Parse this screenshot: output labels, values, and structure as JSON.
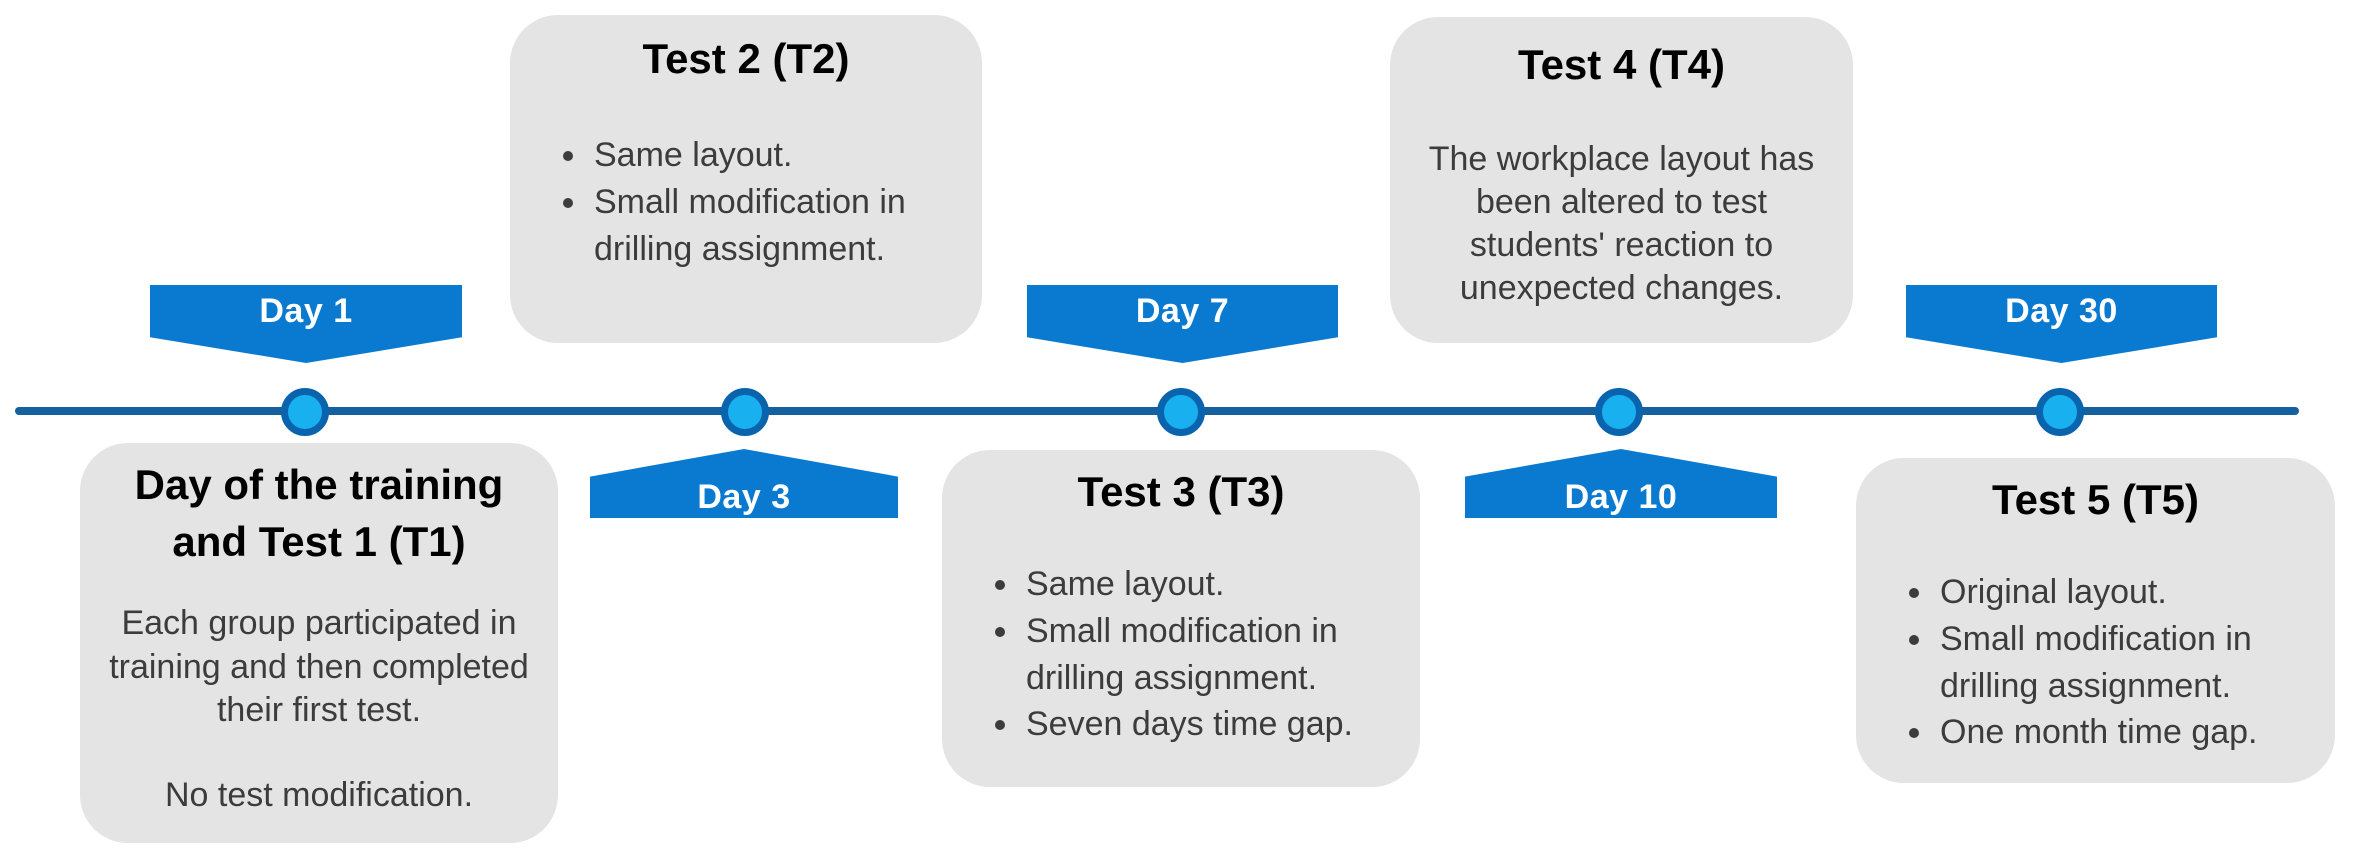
{
  "page": {
    "background": "#ffffff"
  },
  "colors": {
    "marker_blue": "#0a7ad1",
    "line_blue": "#15609f",
    "dot_fill": "#19b0f0",
    "dot_ring": "#0a64ad",
    "card_bg": "#e4e4e4",
    "title_text": "#000000",
    "body_text": "#3c3c3c",
    "marker_label_text": "#ffffff"
  },
  "timeline": {
    "markers": [
      {
        "label": "Day 1",
        "direction": "down"
      },
      {
        "label": "Day 3",
        "direction": "up"
      },
      {
        "label": "Day 7",
        "direction": "down"
      },
      {
        "label": "Day 10",
        "direction": "up"
      },
      {
        "label": "Day 30",
        "direction": "down"
      }
    ],
    "events": [
      {
        "title_lines": [
          "Day of the training",
          "and Test 1 (T1)"
        ],
        "paragraphs": [
          "Each group participated in training and then completed their first test.",
          "No test modification."
        ]
      },
      {
        "title": "Test 2 (T2)",
        "bullets": [
          "Same layout.",
          "Small modification in drilling assignment."
        ]
      },
      {
        "title": "Test 3 (T3)",
        "bullets": [
          "Same layout.",
          "Small modification in drilling assignment.",
          "Seven days time gap."
        ]
      },
      {
        "title": "Test 4 (T4)",
        "paragraphs": [
          "The workplace layout has been altered to test students' reaction to unexpected changes."
        ]
      },
      {
        "title": "Test 5 (T5)",
        "bullets": [
          "Original layout.",
          "Small modification in drilling assignment.",
          "One month time gap."
        ]
      }
    ]
  }
}
